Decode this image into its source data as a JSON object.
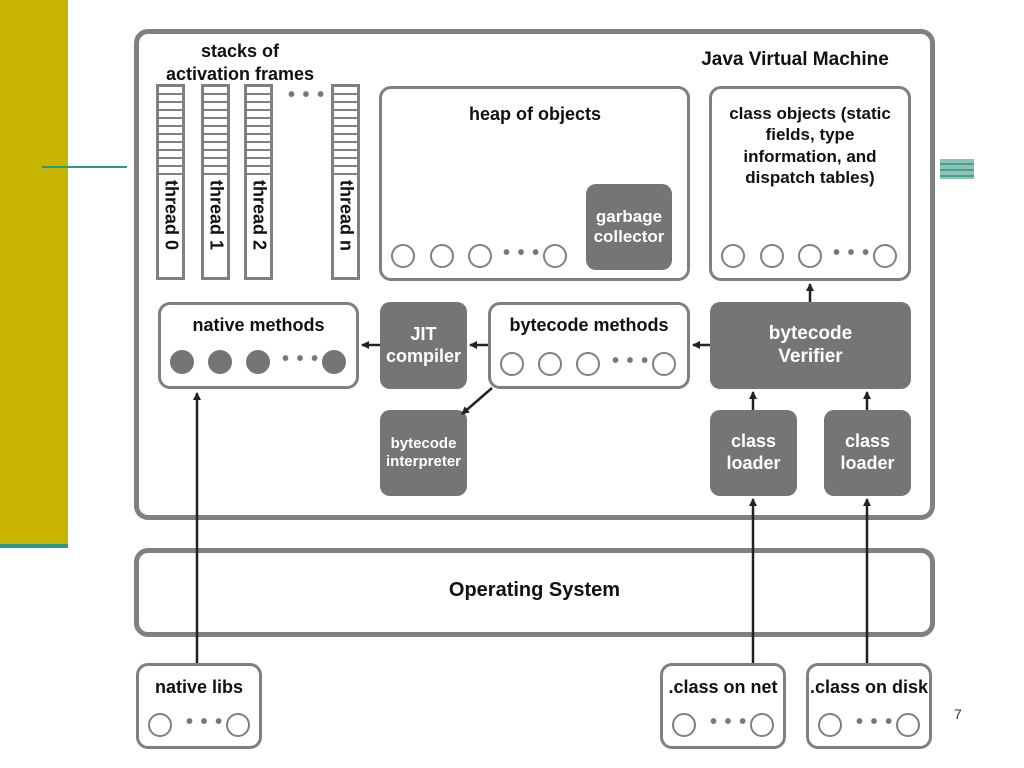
{
  "colors": {
    "accent_olive": "#c8b400",
    "accent_teal": "#2a9a8a",
    "box_dark": "#757575",
    "border": "#808080"
  },
  "jvm": {
    "title": "Java Virtual Machine"
  },
  "stacks": {
    "title": "stacks of\nactivation frames",
    "ellipsis": "• • •",
    "threads": [
      "thread 0",
      "thread 1",
      "thread 2",
      "thread n"
    ]
  },
  "heap": {
    "title": "heap of objects",
    "gc": "garbage\ncollector"
  },
  "class_objects": {
    "title": "class objects (static\nfields, type\ninformation,  and\ndispatch tables)"
  },
  "native_methods": {
    "title": "native methods"
  },
  "jit": {
    "label": "JIT\ncompiler"
  },
  "bytecode_methods": {
    "title": "bytecode methods"
  },
  "verifier": {
    "label": "bytecode\nVerifier"
  },
  "interpreter": {
    "label": "bytecode\ninterpreter"
  },
  "class_loader_1": {
    "label": "class\nloader"
  },
  "class_loader_2": {
    "label": "class\nloader"
  },
  "os": {
    "label": "Operating System"
  },
  "native_libs": {
    "label": "native libs"
  },
  "class_net": {
    "label": ".class on net"
  },
  "class_disk": {
    "label": ".class on disk"
  },
  "dots": "• • •",
  "page_number": "7"
}
